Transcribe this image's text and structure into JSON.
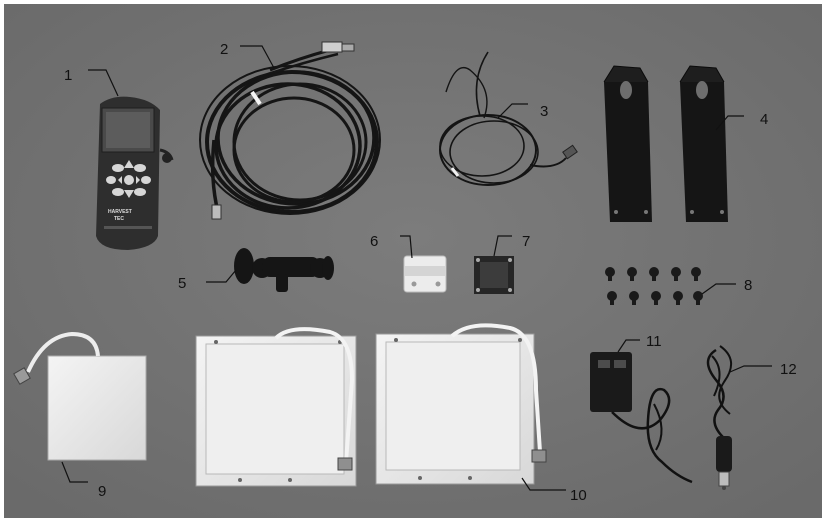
{
  "photo": {
    "background_color": "#7c7c7c",
    "components": [
      {
        "number": "1",
        "item": "handheld-display-unit"
      },
      {
        "number": "2",
        "item": "coaxial-antenna-cable"
      },
      {
        "number": "3",
        "item": "power-wire-harness"
      },
      {
        "number": "4",
        "item": "mounting-brackets"
      },
      {
        "number": "5",
        "item": "ram-ball-mount-arm"
      },
      {
        "number": "6",
        "item": "white-mount-clamp"
      },
      {
        "number": "7",
        "item": "mount-base-plate"
      },
      {
        "number": "8",
        "item": "mounting-screws"
      },
      {
        "number": "9",
        "item": "small-panel-antenna"
      },
      {
        "number": "10",
        "item": "large-panel-antennas"
      },
      {
        "number": "11",
        "item": "ac-power-adapter"
      },
      {
        "number": "12",
        "item": "cigarette-lighter-adapter"
      }
    ],
    "device_branding": [
      "HARVEST",
      "TEC"
    ]
  }
}
